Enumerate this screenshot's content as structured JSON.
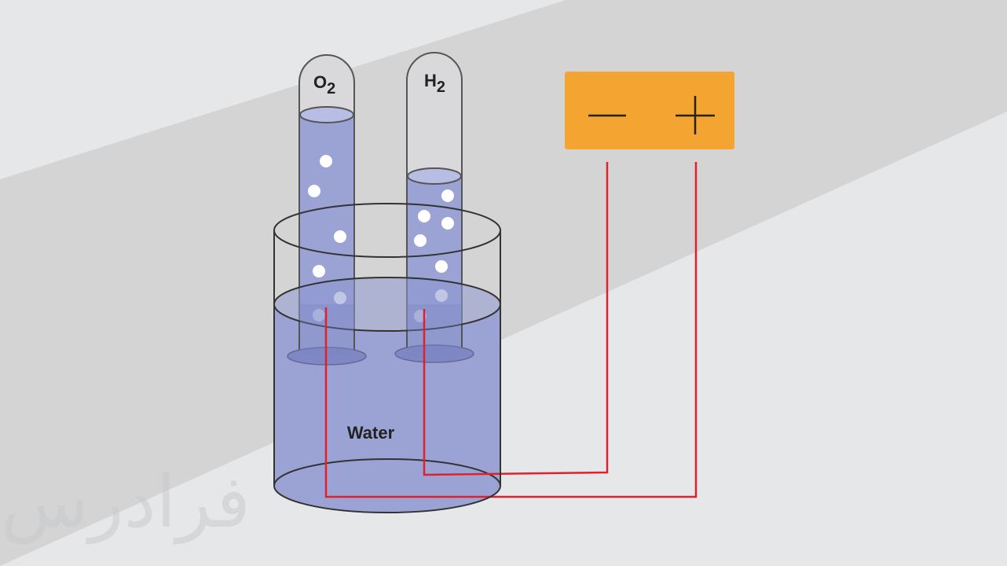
{
  "diagram": {
    "tube_left": {
      "label_base": "O",
      "label_sub": "2"
    },
    "tube_right": {
      "label_base": "H",
      "label_sub": "2"
    },
    "container_label": "Water",
    "battery": {
      "negative_symbol": "—",
      "positive_symbol": "+"
    },
    "watermark": "فرادرس"
  },
  "colors": {
    "background": "#e6e7e9",
    "shadow": "#d4d4d4",
    "water": "#9aa3d4",
    "water_surface": "#8e98cf",
    "tube_glass": "#d9d9db",
    "tube_water": "#9aa3d4",
    "battery": "#f4a531",
    "wire": "#e0202a",
    "outline": "#333333"
  }
}
